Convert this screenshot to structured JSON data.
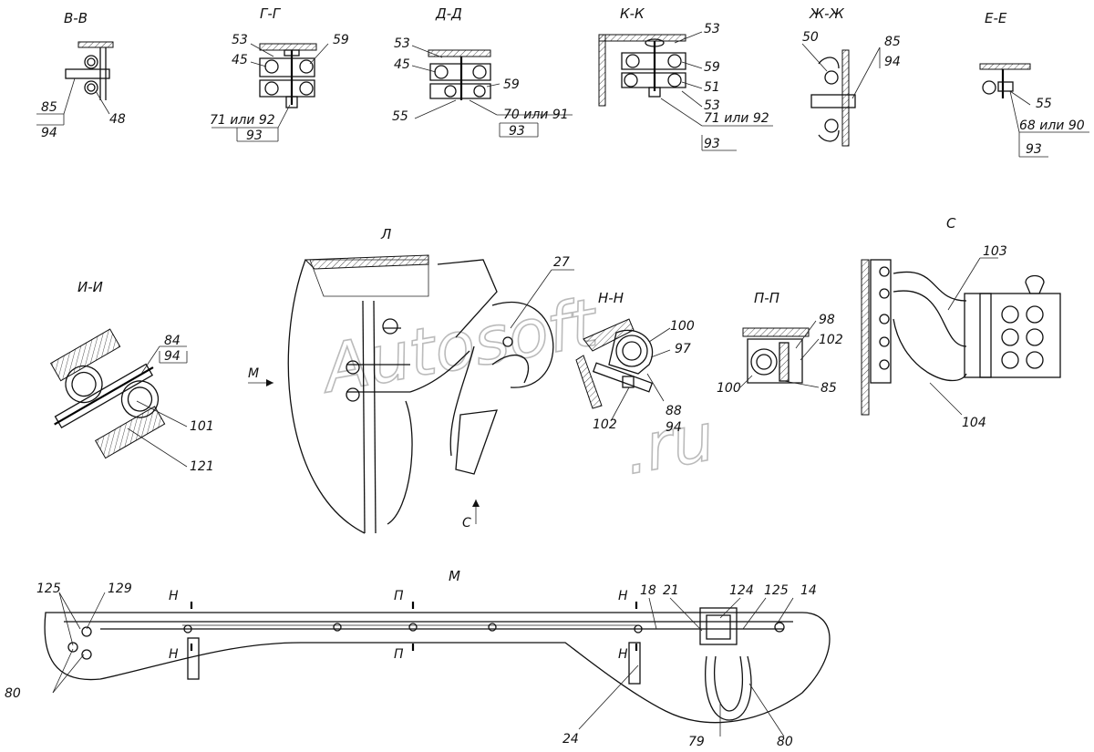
{
  "watermark": {
    "a": "Autosoft",
    "b": ".ru"
  },
  "views": {
    "vv": {
      "title": "В-В",
      "labels": [
        "85",
        "94",
        "48"
      ]
    },
    "gg": {
      "title": "Г-Г",
      "labels": [
        "53",
        "45",
        "59",
        "71 или 92",
        "93"
      ]
    },
    "dd": {
      "title": "Д-Д",
      "labels": [
        "53",
        "45",
        "59",
        "55",
        "70 или 91",
        "93"
      ]
    },
    "kk": {
      "title": "К-К",
      "labels": [
        "53",
        "59",
        "51",
        "53",
        "71 или 92",
        "93"
      ]
    },
    "zhzh": {
      "title": "Ж-Ж",
      "labels": [
        "50",
        "85",
        "94"
      ]
    },
    "ee": {
      "title": "Е-Е",
      "labels": [
        "55",
        "68 или 90",
        "93"
      ]
    },
    "ii": {
      "title": "И-И",
      "labels": [
        "84",
        "94",
        "101",
        "121"
      ]
    },
    "l": {
      "title": "Л",
      "labels": [
        "27",
        "М",
        "С"
      ]
    },
    "nn": {
      "title": "Н-Н",
      "labels": [
        "100",
        "97",
        "88",
        "94",
        "102"
      ]
    },
    "pp": {
      "title": "П-П",
      "labels": [
        "98",
        "102",
        "100",
        "85"
      ]
    },
    "c": {
      "title": "С",
      "labels": [
        "103",
        "104"
      ]
    },
    "m": {
      "title": "М",
      "labels": [
        "125",
        "129",
        "80",
        "Н",
        "Н",
        "П",
        "П",
        "Н",
        "Н",
        "18",
        "21",
        "124",
        "125",
        "14",
        "24",
        "79",
        "80"
      ]
    }
  }
}
